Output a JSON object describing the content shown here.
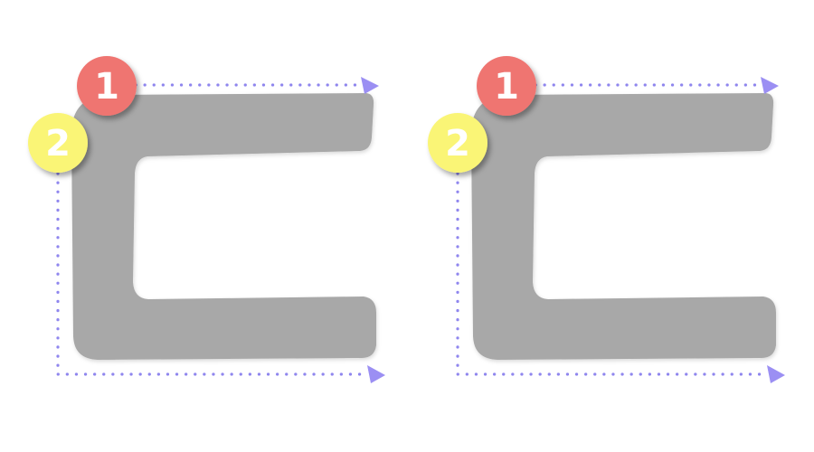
{
  "diagram": {
    "colors": {
      "letter_fill": "#a8a8a8",
      "guide_dots": "#8f86ee",
      "arrow_head": "#9b8ff3",
      "badge_1": "#ef7571",
      "badge_2": "#faf576",
      "badge_text": "#ffffff"
    },
    "panels": [
      {
        "letter_icon": "letter-c-shape",
        "strokes": [
          {
            "label": "1",
            "direction": "right"
          },
          {
            "label": "2",
            "direction": "down-then-right"
          }
        ]
      },
      {
        "letter_icon": "letter-c-shape",
        "strokes": [
          {
            "label": "1",
            "direction": "right"
          },
          {
            "label": "2",
            "direction": "down-then-right"
          }
        ]
      }
    ]
  }
}
